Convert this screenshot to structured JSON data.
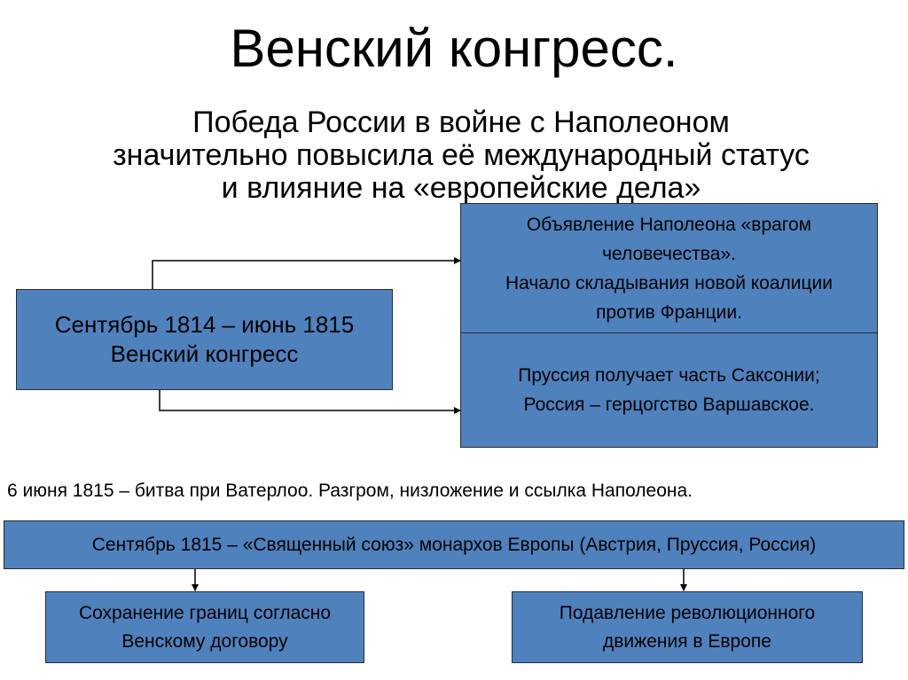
{
  "title": "Венский конгресс.",
  "subtitle": "Победа России в войне с Наполеоном\nзначительно повысила её международный статус\nи влияние на «европейские дела»",
  "congress_box": "Сентябрь 1814 – июнь 1815\nВенский конгресс",
  "napoleon_box": "Объявление Наполеона «врагом\nчеловечества».\nНачало складывания новой коалиции\nпротив Франции.",
  "prussia_box": "Пруссия получает часть Саксонии;\nРоссия – герцогство Варшавское.",
  "waterloo_text": "6 июня 1815 – битва при Ватерлоо. Разгром, низложение и ссылка Наполеона.",
  "union_box": "Сентябрь 1815 – «Священный союз» монархов Европы (Австрия, Пруссия, Россия)",
  "borders_box": "Сохранение границ согласно\nВенскому договору",
  "suppression_box": "Подавление революционного\nдвижения в Европе",
  "colors": {
    "box_fill": "#4f81bd",
    "box_border": "#2b2b2b",
    "arrow": "#000000"
  }
}
